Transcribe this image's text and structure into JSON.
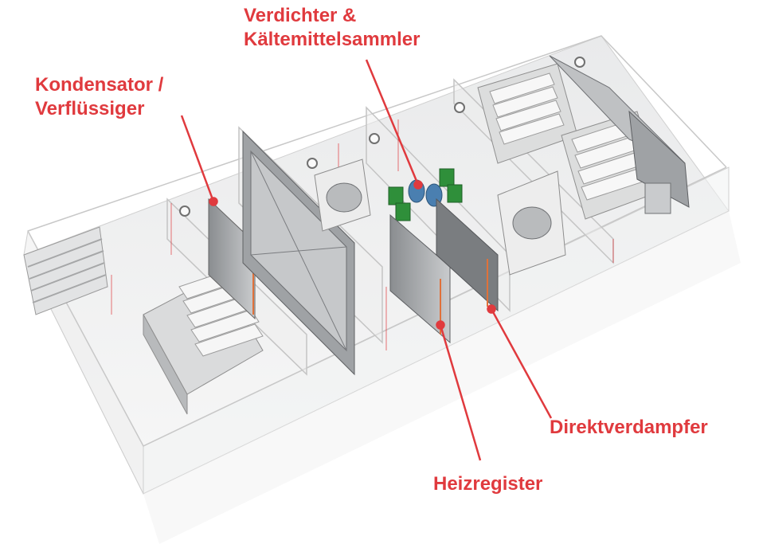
{
  "labels": {
    "verdichter": {
      "line1": "Verdichter &",
      "line2": "Kältemittelsammler"
    },
    "kondensator": {
      "line1": "Kondensator /",
      "line2": "Verflüssiger"
    },
    "direktverdampfer": {
      "text": "Direktverdampfer"
    },
    "heizregister": {
      "text": "Heizregister"
    }
  },
  "colors": {
    "accent": "#e03a3e",
    "housing_frame": "#c8c8c8",
    "component_dark": "#6f7276",
    "component_green": "#2f8f3a",
    "component_blue": "#4a7fb0"
  }
}
